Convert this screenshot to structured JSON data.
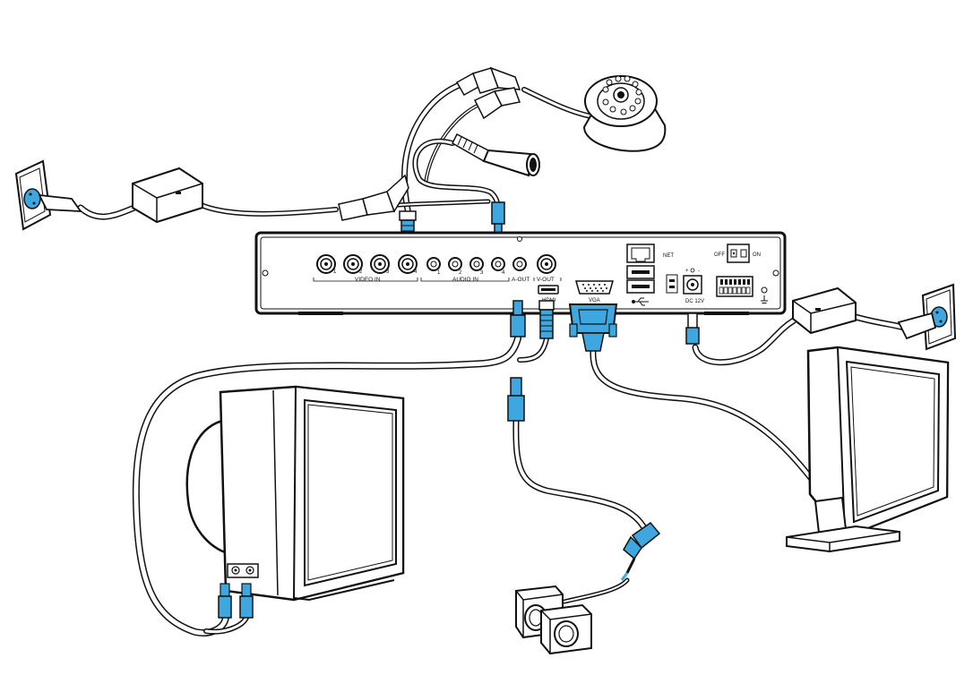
{
  "colors": {
    "accent": "#3fa7df",
    "accent_dark": "#1f6f9e",
    "outline": "#111111",
    "cable_fill": "#ffffff"
  },
  "dvr_panel": {
    "group_labels": {
      "video_in": "VIDEO IN",
      "audio_in": "AUDIO IN",
      "a_out": "A-OUT",
      "v_out": "V-OUT"
    },
    "video_channels": [
      "1",
      "2",
      "3",
      "4"
    ],
    "audio_channels": [
      "1",
      "2",
      "3",
      "4"
    ],
    "port_labels": {
      "hdmi": "HDMI",
      "vga": "VGA",
      "net": "NET",
      "dc": "DC 12V",
      "off": "OFF",
      "on": "ON"
    }
  },
  "icons": {
    "camera": "dome-camera-icon",
    "microphone": "microphone-icon",
    "crt_tv": "crt-tv-icon",
    "lcd_monitor": "lcd-monitor-icon",
    "speakers": "speakers-icon",
    "power_adapter": "power-adapter-icon",
    "wall_socket": "wall-socket-icon",
    "usb": "usb-icon"
  }
}
